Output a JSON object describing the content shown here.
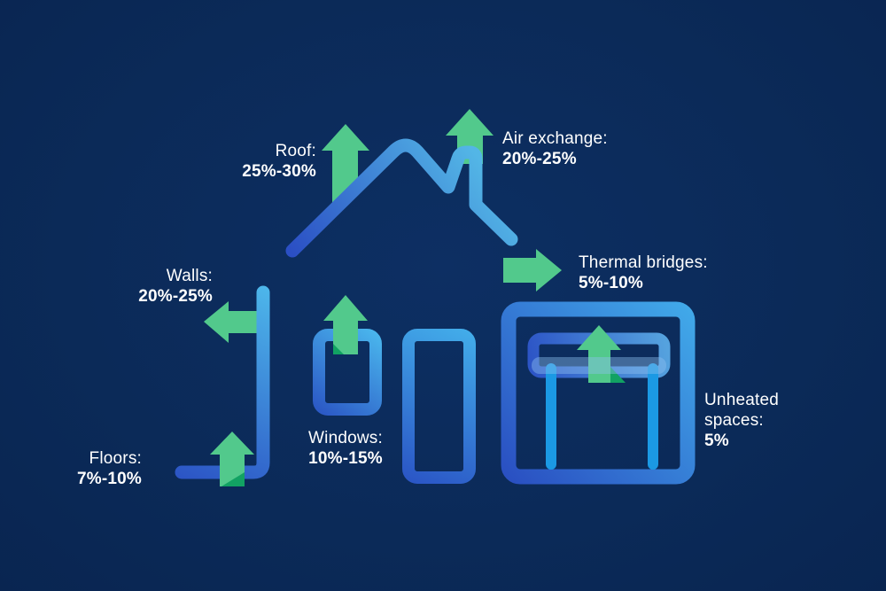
{
  "diagram": {
    "subject": "house-heat-loss-infographic",
    "labels": {
      "roof": {
        "name": "Roof:",
        "value": "25%-30%"
      },
      "air_exchange": {
        "name": "Air exchange:",
        "value": "20%-25%"
      },
      "walls": {
        "name": "Walls:",
        "value": "20%-25%"
      },
      "thermal_bridges": {
        "name": "Thermal bridges:",
        "value": "5%-10%"
      },
      "windows": {
        "name": "Windows:",
        "value": "10%-15%"
      },
      "floors": {
        "name": "Floors:",
        "value": "7%-10%"
      },
      "unheated": {
        "lines": [
          "Unheated",
          "spaces:"
        ],
        "value": "5%"
      }
    },
    "colors": {
      "background": "#0b2a58",
      "arrow_green": "#52c98c",
      "arrow_green_dark": "#12a263",
      "stroke_deep_blue": "#2b4fc4",
      "stroke_light_blue": "#4fb5e6",
      "leg_blue": "#1b99e4",
      "text": "#ffffff"
    }
  }
}
